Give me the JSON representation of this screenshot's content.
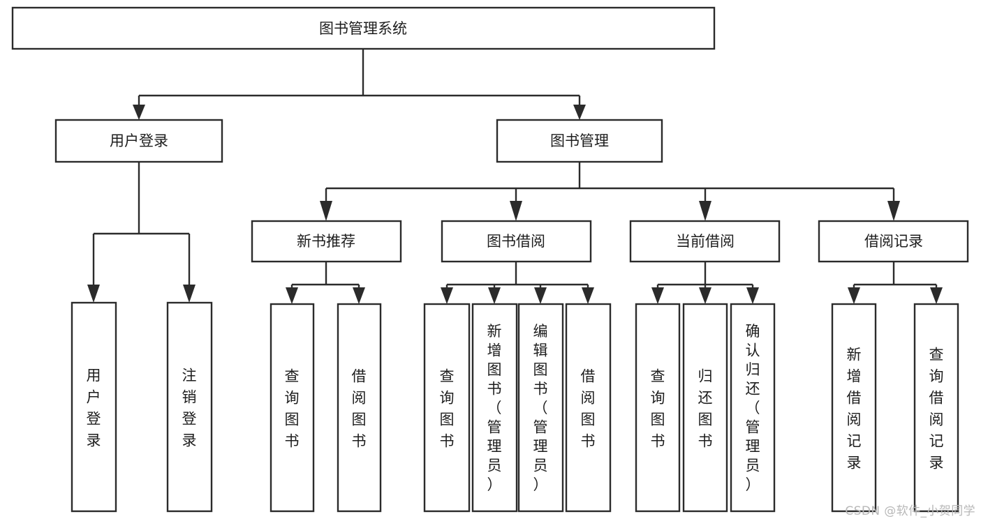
{
  "diagram": {
    "type": "tree",
    "title": "图书管理系统",
    "theme": {
      "box_fill": "#ffffff",
      "box_stroke": "#2b2b2b",
      "text_color": "#1d1d1d",
      "background": "#ffffff",
      "watermark_color": "#b8b8b8"
    },
    "root": {
      "label": "图书管理系统",
      "orientation": "horizontal"
    },
    "level2": [
      {
        "label": "用户登录",
        "orientation": "horizontal"
      },
      {
        "label": "图书管理",
        "orientation": "horizontal"
      }
    ],
    "level3": [
      {
        "label": "新书推荐",
        "orientation": "horizontal"
      },
      {
        "label": "图书借阅",
        "orientation": "horizontal"
      },
      {
        "label": "当前借阅",
        "orientation": "horizontal"
      },
      {
        "label": "借阅记录",
        "orientation": "horizontal"
      }
    ],
    "leaves": {
      "user_login": [
        {
          "label": "用户登录",
          "orientation": "vertical"
        },
        {
          "label": "注销登录",
          "orientation": "vertical"
        }
      ],
      "new_book_recommend": [
        {
          "label": "查询图书",
          "orientation": "vertical"
        },
        {
          "label": "借阅图书",
          "orientation": "vertical"
        }
      ],
      "book_borrow": [
        {
          "label": "查询图书",
          "orientation": "vertical"
        },
        {
          "label": "新增图书（管理员）",
          "orientation": "vertical"
        },
        {
          "label": "编辑图书（管理员）",
          "orientation": "vertical"
        },
        {
          "label": "借阅图书",
          "orientation": "vertical"
        }
      ],
      "current_borrow": [
        {
          "label": "查询图书",
          "orientation": "vertical"
        },
        {
          "label": "归还图书",
          "orientation": "vertical"
        },
        {
          "label": "确认归还（管理员）",
          "orientation": "vertical"
        }
      ],
      "borrow_record": [
        {
          "label": "新增借阅记录",
          "orientation": "vertical"
        },
        {
          "label": "查询借阅记录",
          "orientation": "vertical"
        }
      ]
    },
    "watermark": "CSDN @软件_小贺同学"
  }
}
